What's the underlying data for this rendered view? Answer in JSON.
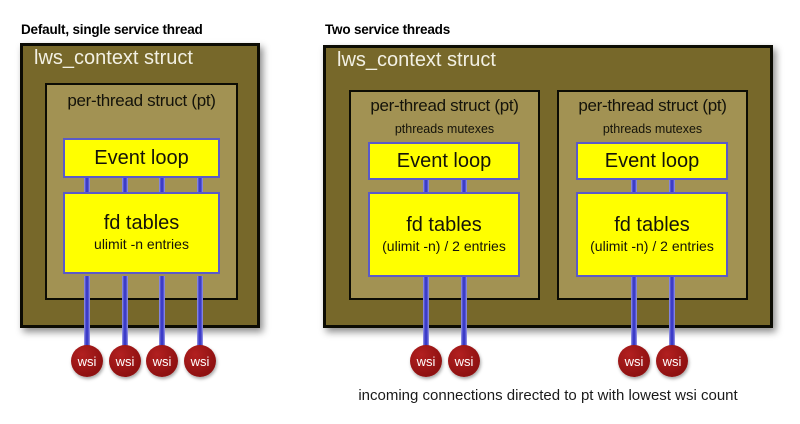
{
  "colors": {
    "outer_fill": "#77682a",
    "inner_fill": "#a29253",
    "yellow": "#ffff00",
    "box_border_blue": "#5a5ac8",
    "line_blue": "#3c3cc8",
    "line_edge": "#9a9ae6",
    "wsi_red": "#8f1111",
    "wsi_red_light": "#b22020",
    "border_dark": "#0c0c04",
    "context_text": "#f2f0e3",
    "caption_text": "#1a1a1a"
  },
  "left_diagram": {
    "title": "Default, single service thread",
    "context_label": "lws_context struct",
    "pt": {
      "title": "per-thread struct (pt)",
      "event_loop": "Event loop",
      "fd_title": "fd tables",
      "fd_sub": "ulimit -n entries"
    },
    "wsi_labels": [
      "wsi",
      "wsi",
      "wsi",
      "wsi"
    ]
  },
  "right_diagram": {
    "title": "Two service threads",
    "context_label": "lws_context struct",
    "pts": [
      {
        "title": "per-thread struct (pt)",
        "mutex_label": "pthreads mutexes",
        "event_loop": "Event loop",
        "fd_title": "fd tables",
        "fd_sub": "(ulimit -n) / 2 entries"
      },
      {
        "title": "per-thread struct (pt)",
        "mutex_label": "pthreads mutexes",
        "event_loop": "Event loop",
        "fd_title": "fd tables",
        "fd_sub": "(ulimit -n) / 2 entries"
      }
    ],
    "wsi_labels": [
      "wsi",
      "wsi",
      "wsi",
      "wsi"
    ]
  },
  "caption": "incoming connections directed to pt with lowest wsi count"
}
